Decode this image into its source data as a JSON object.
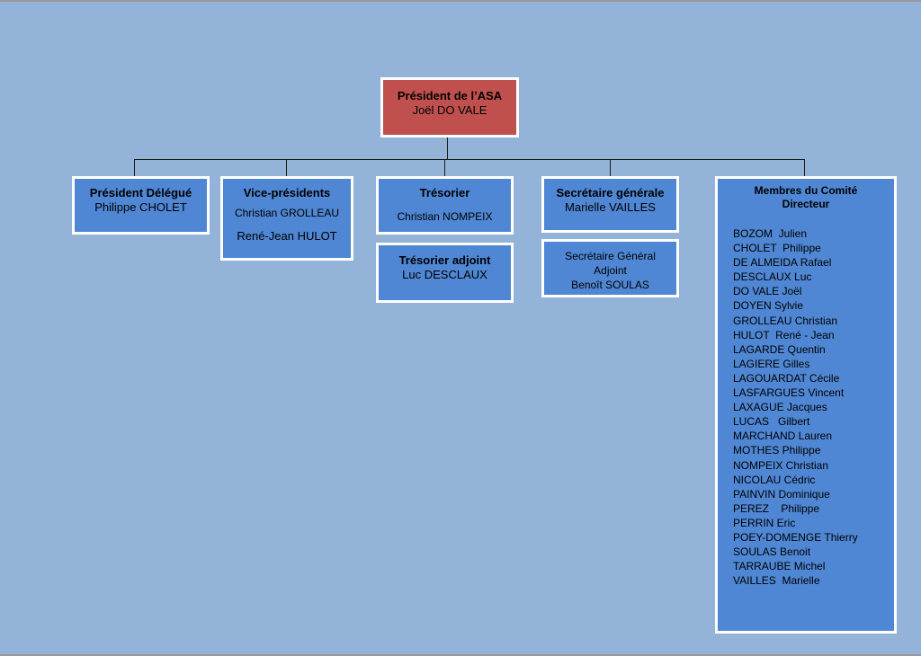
{
  "colors": {
    "background": "#94b3d8",
    "box_blue": "#4f87d4",
    "box_red": "#c0504d",
    "border": "#ffffff",
    "connector": "#1a1a1a"
  },
  "president": {
    "title": "Président de l’ASA",
    "name": "Joël DO VALE"
  },
  "delegate": {
    "title": "Président Délégué",
    "name": "Philippe CHOLET"
  },
  "vice_presidents": {
    "title": "Vice-présidents",
    "names": [
      "Christian GROLLEAU",
      "René-Jean HULOT"
    ]
  },
  "treasurer": {
    "title": "Trésorier",
    "name": "Christian NOMPEIX"
  },
  "assistant_treasurer": {
    "title": "Trésorier adjoint",
    "name": "Luc DESCLAUX"
  },
  "secretary": {
    "title": "Secrétaire générale",
    "name": "Marielle VAILLES"
  },
  "assistant_secretary": {
    "lines": [
      "Secrétaire Général",
      "Adjoint",
      "Benoît SOULAS"
    ]
  },
  "committee": {
    "title_line1": "Membres du Comité",
    "title_line2": "Directeur",
    "members": [
      "BOZOM  Julien",
      "CHOLET  Philippe",
      "DE ALMEIDA Rafael",
      "DESCLAUX Luc",
      "DO VALE Joël",
      "DOYEN Sylvie",
      "GROLLEAU Christian",
      "HULOT  René - Jean",
      "LAGARDE Quentin",
      "LAGIERE Gilles",
      "LAGOUARDAT Cécile",
      "LASFARGUES Vincent",
      "LAXAGUE Jacques",
      "LUCAS   Gilbert",
      "MARCHAND Lauren",
      "MOTHES Philippe",
      "NOMPEIX Christian",
      "NICOLAU Cédric",
      "PAINVIN Dominique",
      "PEREZ    Philippe",
      "PERRIN Eric",
      "POEY-DOMENGE Thierry",
      "SOULAS Benoit",
      "TARRAUBE Michel",
      "VAILLES  Marielle"
    ]
  }
}
